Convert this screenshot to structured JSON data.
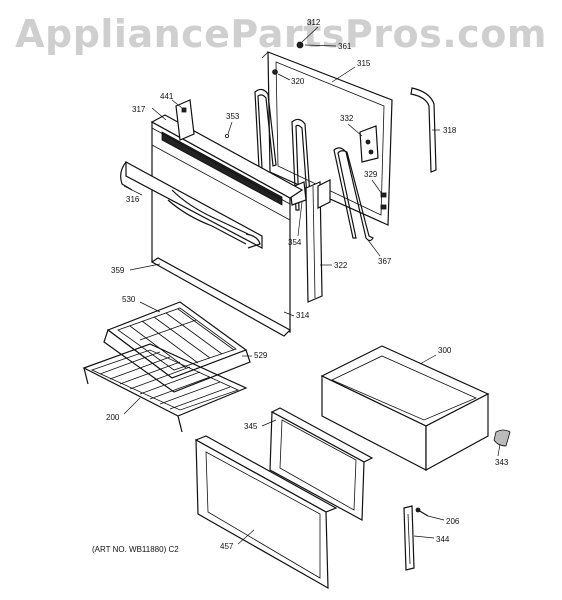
{
  "watermark": "AppliancePartsPros.com",
  "art_number": "(ART NO. WB11880) C2",
  "parts": {
    "p312": "312",
    "p361": "361",
    "p315": "315",
    "p320": "320",
    "p441": "441",
    "p317": "317",
    "p353": "353",
    "p332": "332",
    "p318": "318",
    "p329": "329",
    "p316": "316",
    "p354": "354",
    "p367": "367",
    "p322": "322",
    "p359": "359",
    "p530": "530",
    "p314": "314",
    "p300": "300",
    "p529": "529",
    "p200": "200",
    "p345": "345",
    "p343": "343",
    "p206": "206",
    "p457": "457",
    "p344": "344"
  }
}
